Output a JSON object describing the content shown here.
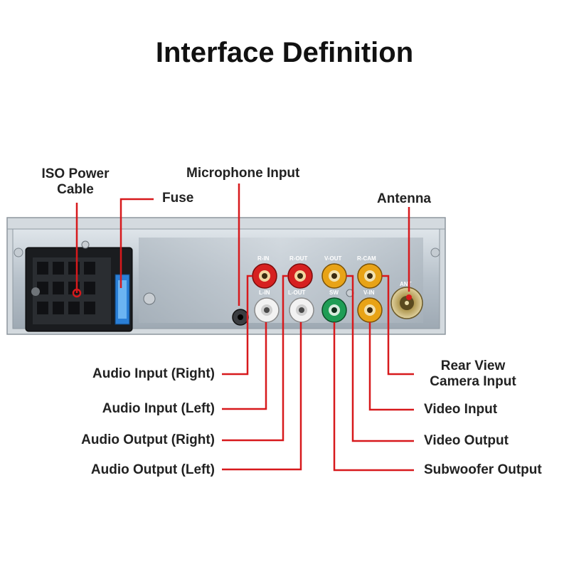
{
  "title": "Interface Definition",
  "labels": {
    "iso_power_cable": "ISO Power Cable",
    "iso_power_line1": "ISO Power",
    "iso_power_line2": "Cable",
    "fuse": "Fuse",
    "microphone_input": "Microphone Input",
    "antenna": "Antenna",
    "audio_input_right": "Audio Input (Right)",
    "audio_input_left": "Audio Input (Left)",
    "audio_output_right": "Audio Output (Right)",
    "audio_output_left": "Audio Output (Left)",
    "rear_view_line1": "Rear View",
    "rear_view_line2": "Camera Input",
    "video_input": "Video Input",
    "video_output": "Video Output",
    "subwoofer_output": "Subwoofer Output"
  },
  "panel_marks": {
    "r_in": "R-IN",
    "r_out": "R-OUT",
    "v_out": "V-OUT",
    "r_cam": "R-CAM",
    "l_in": "L-IN",
    "l_out": "L-OUT",
    "sw": "SW",
    "v_in": "V-IN",
    "ant": "ANT"
  },
  "colors": {
    "leader_red": "#d7191c",
    "jack_red": "#d62020",
    "jack_white": "#f2f2f2",
    "jack_yellow": "#e8a317",
    "jack_green": "#1f9d55",
    "panel": "#b9c3cc"
  }
}
